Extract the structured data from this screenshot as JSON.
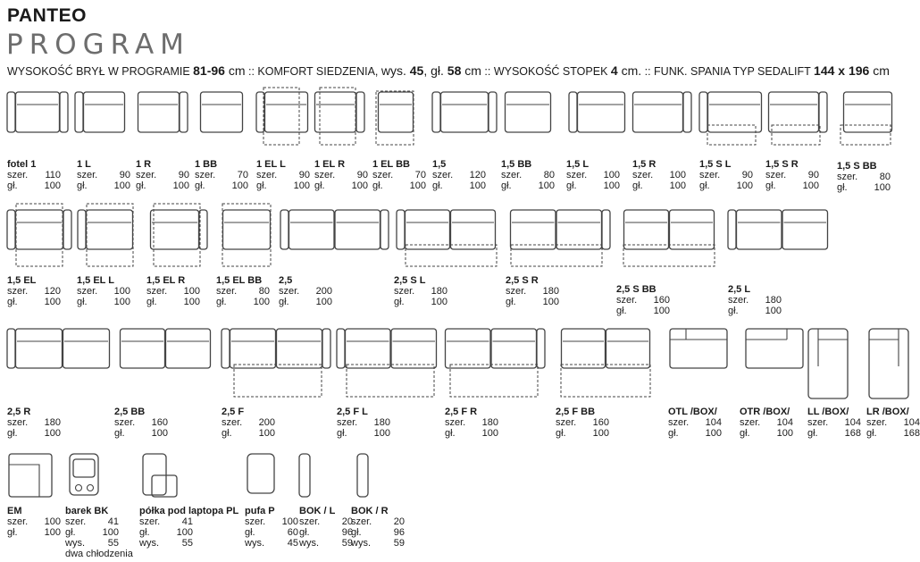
{
  "header": {
    "title": "PANTEO",
    "subtitle": "PROGRAM",
    "specs": {
      "p1": "WYSOKOŚĆ BRYŁ W PROGRAMIE ",
      "height_range": "81-96",
      "p2": " cm",
      "p3": " :: KOMFORT SIEDZENIA, ",
      "p4": "wys. ",
      "seat_h": "45",
      "p5": ", gł. ",
      "seat_d": "58",
      "p6": " cm",
      "p7": " :: WYSOKOŚĆ STOPEK ",
      "feet": "4",
      "p8": " cm.",
      "p9": " :: FUNK. SPANIA TYP SEDALIFT ",
      "bed": "144 x 196",
      "p10": " cm"
    }
  },
  "labels": {
    "szer": "szer.",
    "gl": "gł.",
    "wys": "wys."
  },
  "items": [
    {
      "name": "fotel 1",
      "szer": "110",
      "gl": "100"
    },
    {
      "name": "1 L",
      "szer": "90",
      "gl": "100"
    },
    {
      "name": "1 R",
      "szer": "90",
      "gl": "100"
    },
    {
      "name": "1 BB",
      "szer": "70",
      "gl": "100"
    },
    {
      "name": "1 EL L",
      "szer": "90",
      "gl": "100"
    },
    {
      "name": "1 EL R",
      "szer": "90",
      "gl": "100"
    },
    {
      "name": "1 EL BB",
      "szer": "70",
      "gl": "100"
    },
    {
      "name": "1,5",
      "szer": "120",
      "gl": "100"
    },
    {
      "name": "1,5 BB",
      "szer": "80",
      "gl": "100"
    },
    {
      "name": "1,5 L",
      "szer": "100",
      "gl": "100"
    },
    {
      "name": "1,5 R",
      "szer": "100",
      "gl": "100"
    },
    {
      "name": "1,5 S L",
      "szer": "90",
      "gl": "100"
    },
    {
      "name": "1,5 S R",
      "szer": "90",
      "gl": "100"
    },
    {
      "name": "1,5 S BB",
      "szer": "80",
      "gl": "100"
    },
    {
      "name": "1,5 EL",
      "szer": "120",
      "gl": "100"
    },
    {
      "name": "1,5 EL L",
      "szer": "100",
      "gl": "100"
    },
    {
      "name": "1,5 EL R",
      "szer": "100",
      "gl": "100"
    },
    {
      "name": "1,5 EL BB",
      "szer": "80",
      "gl": "100"
    },
    {
      "name": "2,5",
      "szer": "200",
      "gl": "100"
    },
    {
      "name": "2,5 S L",
      "szer": "180",
      "gl": "100"
    },
    {
      "name": "2,5 S R",
      "szer": "180",
      "gl": "100"
    },
    {
      "name": "2,5 S BB",
      "szer": "160",
      "gl": "100"
    },
    {
      "name": "2,5 L",
      "szer": "180",
      "gl": "100"
    },
    {
      "name": "2,5 R",
      "szer": "180",
      "gl": "100"
    },
    {
      "name": "2,5 BB",
      "szer": "160",
      "gl": "100"
    },
    {
      "name": "2,5 F",
      "szer": "200",
      "gl": "100"
    },
    {
      "name": "2,5 F L",
      "szer": "180",
      "gl": "100"
    },
    {
      "name": "2,5 F R",
      "szer": "180",
      "gl": "100"
    },
    {
      "name": "2,5 F BB",
      "szer": "160",
      "gl": "100"
    },
    {
      "name": "OTL /BOX/",
      "szer": "104",
      "gl": "100"
    },
    {
      "name": "OTR /BOX/",
      "szer": "104",
      "gl": "100"
    },
    {
      "name": "LL /BOX/",
      "szer": "104",
      "gl": "168"
    },
    {
      "name": "LR /BOX/",
      "szer": "104",
      "gl": "168"
    },
    {
      "name": "EM",
      "szer": "100",
      "gl": "100"
    },
    {
      "name": "barek BK",
      "szer": "41",
      "gl": "100",
      "wys": "55",
      "note": "dwa chłodzenia"
    },
    {
      "name": "półka pod laptopa PL",
      "szer": "41",
      "gl": "100",
      "wys": "55"
    },
    {
      "name": "pufa P",
      "szer": "100",
      "gl": "60",
      "wys": "45"
    },
    {
      "name": "BOK / L",
      "szer": "20",
      "gl": "96",
      "wys": "59"
    },
    {
      "name": "BOK / R",
      "szer": "20",
      "gl": "96",
      "wys": "59"
    }
  ]
}
